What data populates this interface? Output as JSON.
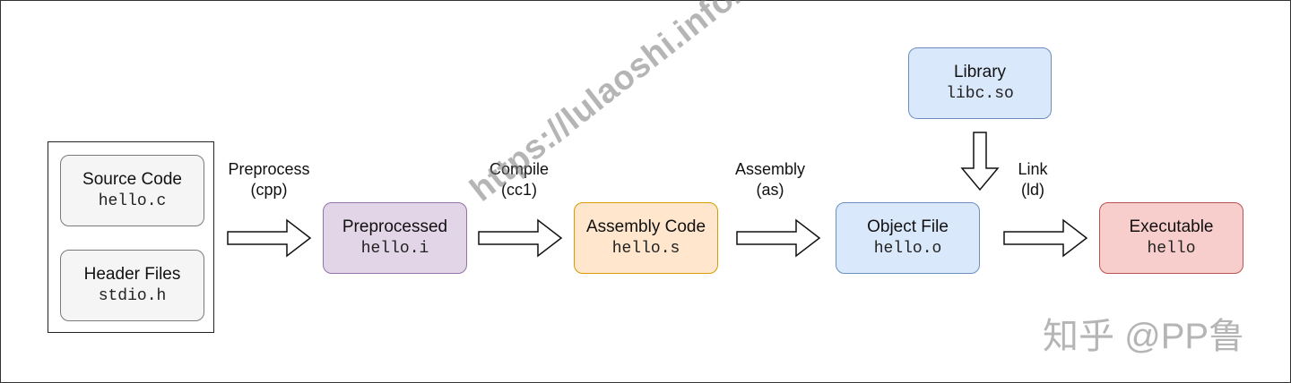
{
  "nodes": {
    "source": {
      "title": "Source Code",
      "file": "hello.c"
    },
    "header": {
      "title": "Header Files",
      "file": "stdio.h"
    },
    "preprocessed": {
      "title": "Preprocessed",
      "file": "hello.i"
    },
    "assembly": {
      "title": "Assembly Code",
      "file": "hello.s"
    },
    "object": {
      "title": "Object File",
      "file": "hello.o"
    },
    "library": {
      "title": "Library",
      "file": "libc.so"
    },
    "executable": {
      "title": "Executable",
      "file": "hello"
    }
  },
  "edges": {
    "preprocess": {
      "line1": "Preprocess",
      "line2": "(cpp)"
    },
    "compile": {
      "line1": "Compile",
      "line2": "(cc1)"
    },
    "assemble": {
      "line1": "Assembly",
      "line2": "(as)"
    },
    "link": {
      "line1": "Link",
      "line2": "(ld)"
    }
  },
  "watermark": "https://lulaoshi.info/",
  "brand": "知乎 @PP鲁",
  "colors": {
    "gray_fill": "#f5f5f5",
    "purple_fill": "#e1d5e7",
    "orange_fill": "#ffe6cc",
    "blue_fill": "#dae8fc",
    "red_fill": "#f8cecc"
  }
}
